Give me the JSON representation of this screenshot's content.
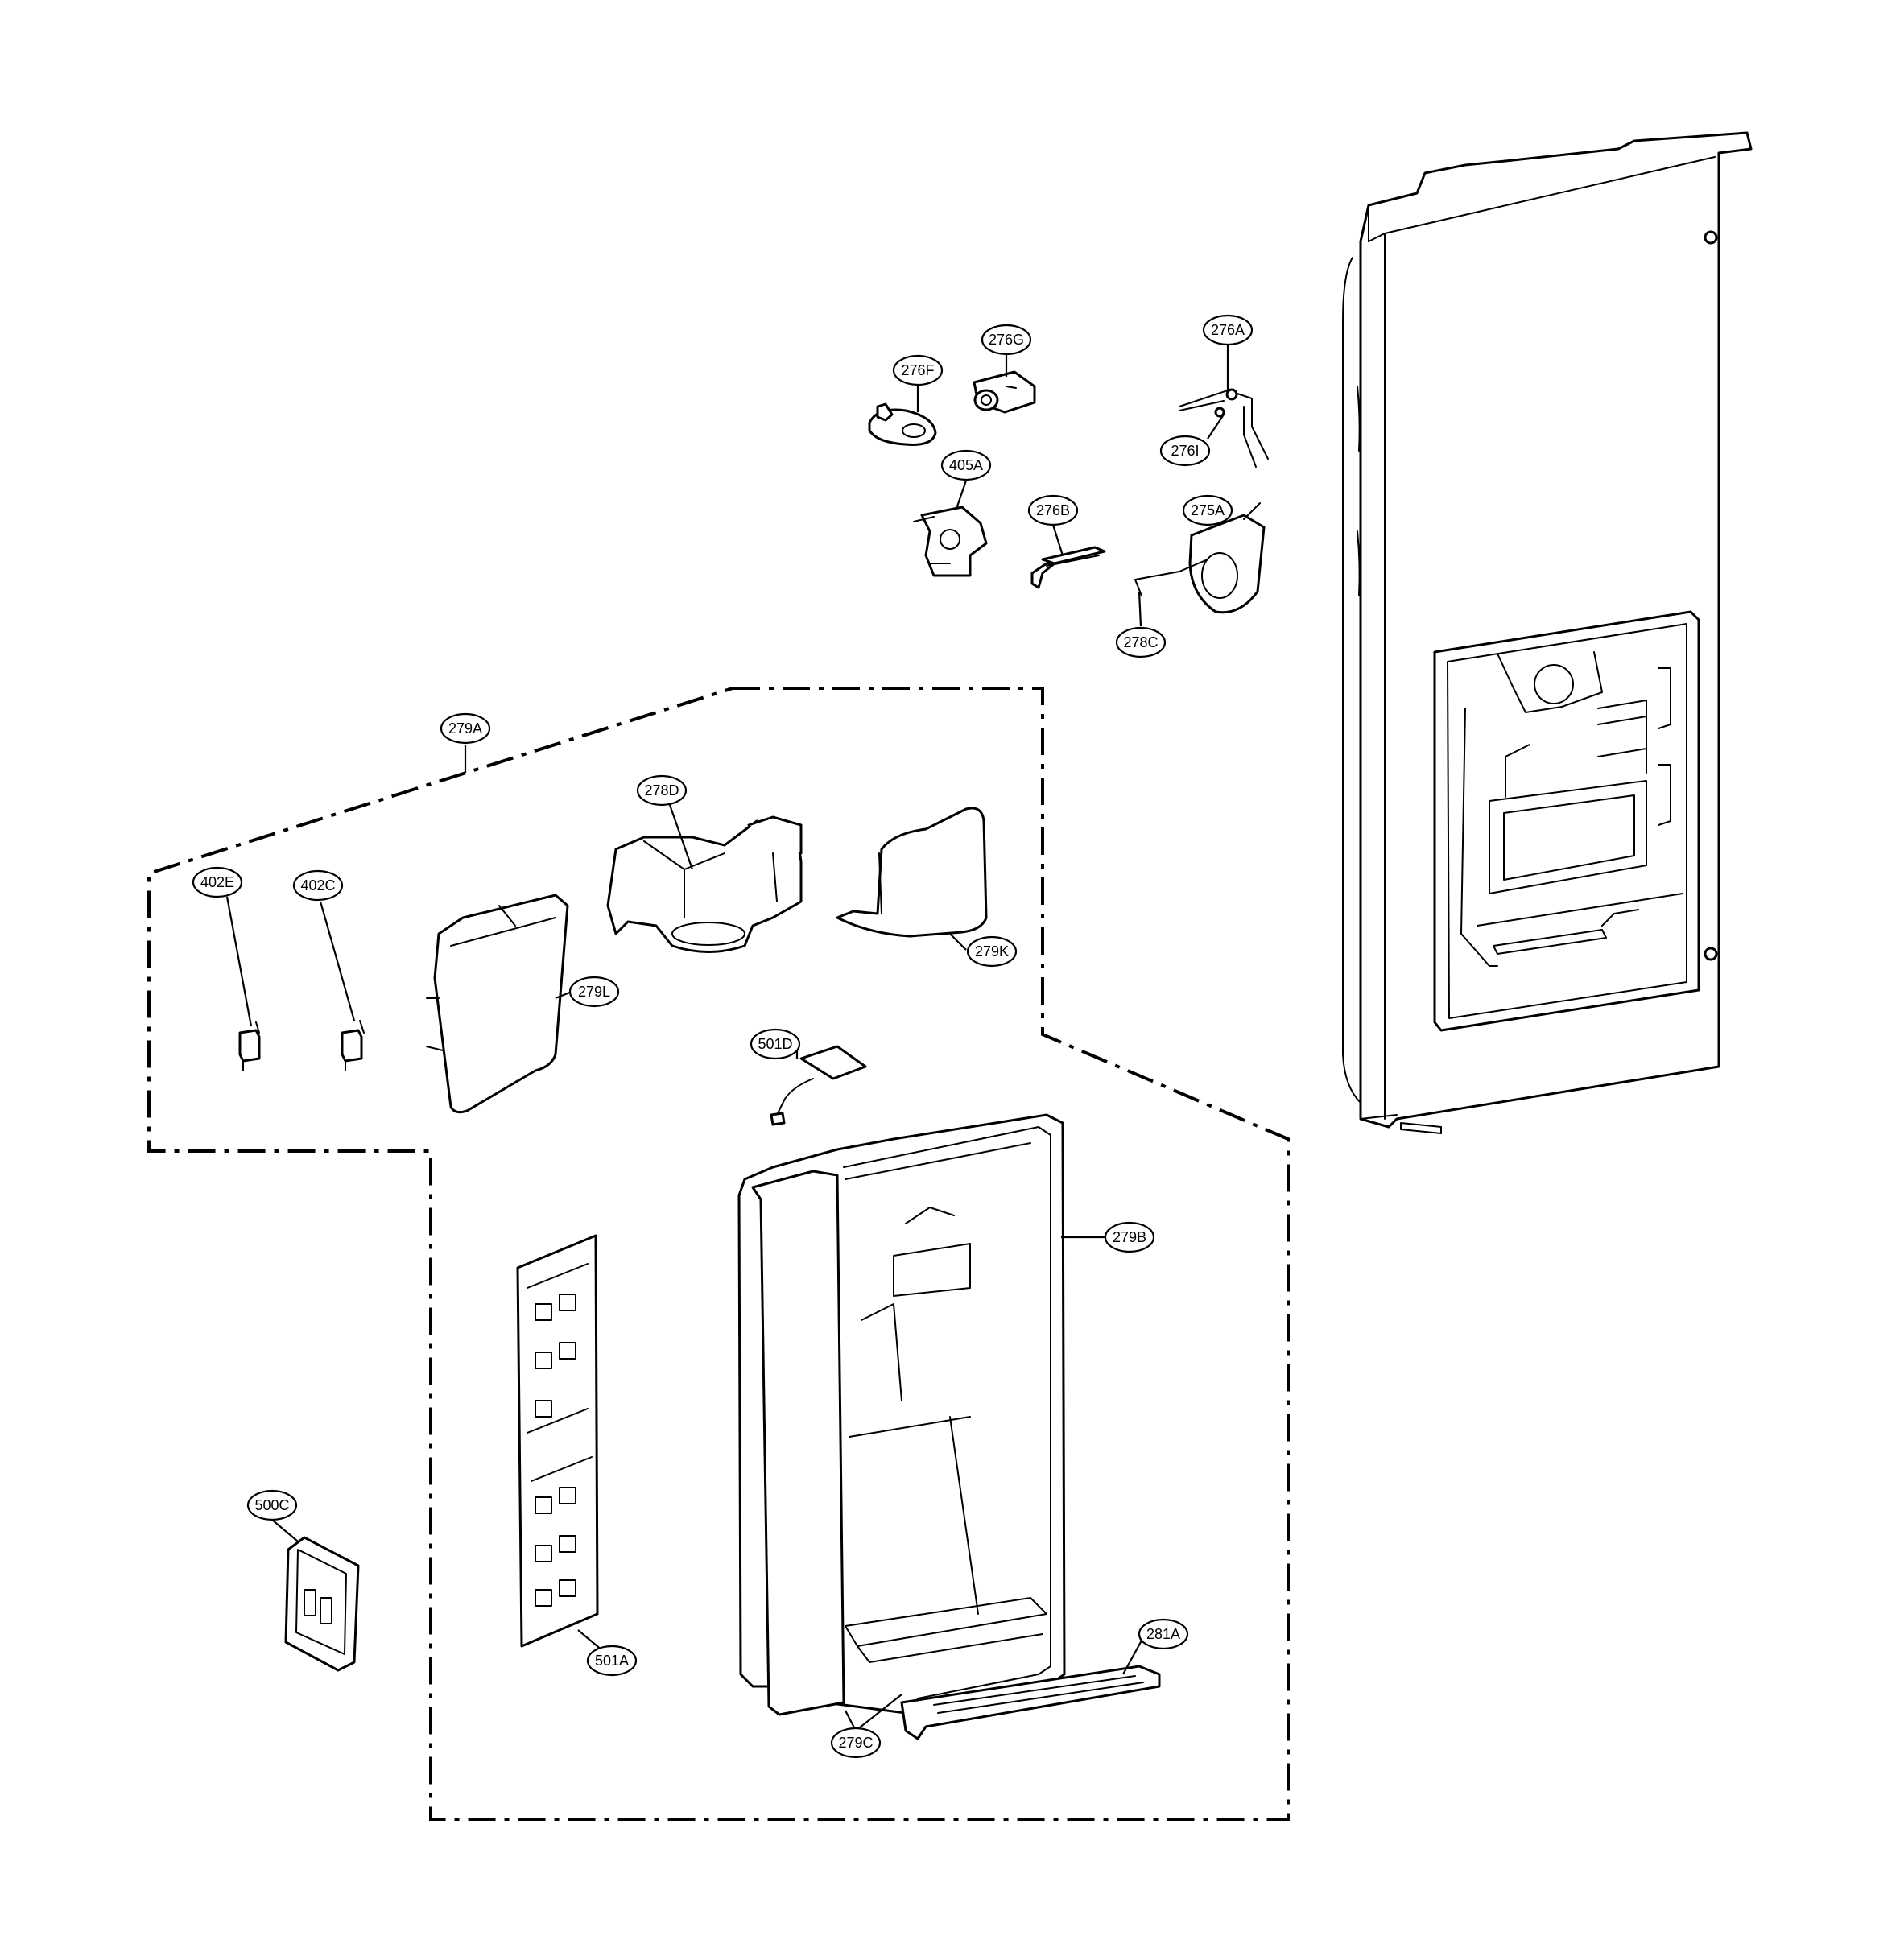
{
  "diagram": {
    "callouts": [
      {
        "id": "276A",
        "label": "276A"
      },
      {
        "id": "276G",
        "label": "276G"
      },
      {
        "id": "276F",
        "label": "276F"
      },
      {
        "id": "276I",
        "label": "276I"
      },
      {
        "id": "405A",
        "label": "405A"
      },
      {
        "id": "276B",
        "label": "276B"
      },
      {
        "id": "275A",
        "label": "275A"
      },
      {
        "id": "278C",
        "label": "278C"
      },
      {
        "id": "279A",
        "label": "279A"
      },
      {
        "id": "278D",
        "label": "278D"
      },
      {
        "id": "279K",
        "label": "279K"
      },
      {
        "id": "402E",
        "label": "402E"
      },
      {
        "id": "402C",
        "label": "402C"
      },
      {
        "id": "279L",
        "label": "279L"
      },
      {
        "id": "501D",
        "label": "501D"
      },
      {
        "id": "279B",
        "label": "279B"
      },
      {
        "id": "500C",
        "label": "500C"
      },
      {
        "id": "501A",
        "label": "501A"
      },
      {
        "id": "281A",
        "label": "281A"
      },
      {
        "id": "279C",
        "label": "279C"
      }
    ]
  }
}
